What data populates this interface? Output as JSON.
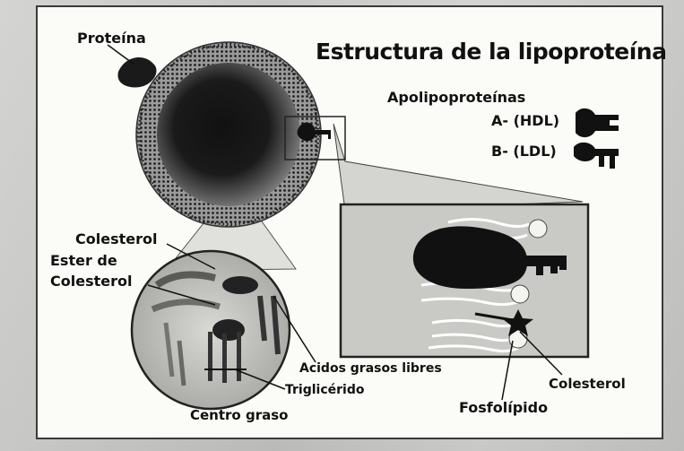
{
  "diagram": {
    "title": "Estructura de la lipoproteína",
    "labels": {
      "protein": "Proteína",
      "apolipoproteins": "Apolipoproteínas",
      "apo_a": "A- (HDL)",
      "apo_b": "B- (LDL)",
      "cholesterol_left": "Colesterol",
      "cholesterol_ester_line1": "Ester de",
      "cholesterol_ester_line2": "Colesterol",
      "free_fatty_acids": "Acidos grasos libres",
      "triglyceride": "Triglicérido",
      "fatty_core": "Centro graso",
      "cholesterol_right": "Colesterol",
      "phospholipid": "Fosfolípido"
    }
  },
  "colors": {
    "ink": "#111111",
    "paper": "#fbfbf8",
    "scan_background": "#cfcfcd",
    "inset_fill": "#c9c9c5"
  }
}
